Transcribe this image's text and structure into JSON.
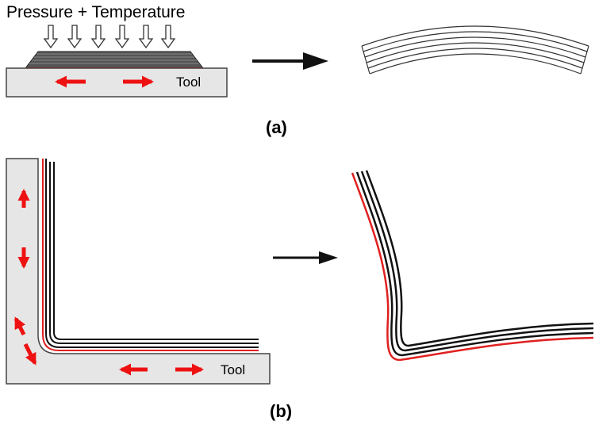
{
  "panel_a": {
    "heading": "Pressure + Temperature",
    "tool_label": "Tool",
    "panel_label": "(a)"
  },
  "panel_b": {
    "tool_label": "Tool",
    "panel_label": "(b)"
  },
  "colors": {
    "tool_fill": "#e6e6e6",
    "stress_arrow": "#ee1111",
    "ply_line": "#000000",
    "ply_red_line": "#e02020",
    "laminate_fill": "#555555"
  }
}
